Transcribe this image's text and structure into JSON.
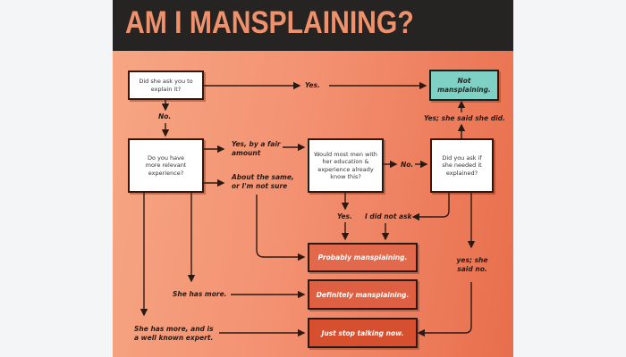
{
  "title": "AM I MANSPLAINING?",
  "questions": {
    "q1": "Did she ask you to explain it?",
    "q2": "Do you have more relevant experience?",
    "q3": "Would most men with her education & experience already know this?",
    "q4": "Did you ask if she needed it explained?"
  },
  "answers": {
    "yes_top": "Yes.",
    "no_q1": "No.",
    "yes_fair": "Yes, by a fair amount",
    "about_same": "About the same, or I'm not sure",
    "no_q3": "No.",
    "yes_she_did": "Yes; she said she did.",
    "yes_q3": "Yes.",
    "did_not_ask": "I did not ask",
    "yes_she_said_no": "yes; she said no.",
    "she_has_more": "She has more.",
    "she_expert": "She has more, and is a well known expert."
  },
  "outcomes": {
    "not": "Not mansplaining.",
    "probably": "Probably mansplaining.",
    "definitely": "Definitely mansplaining.",
    "stop": "Just stop talking now."
  },
  "colors": {
    "header": "#262423",
    "title": "#f0916b",
    "teal": "#7fd0c5",
    "probably": "#e2694c",
    "definitely": "#de5f42",
    "stop": "#d6502f"
  }
}
